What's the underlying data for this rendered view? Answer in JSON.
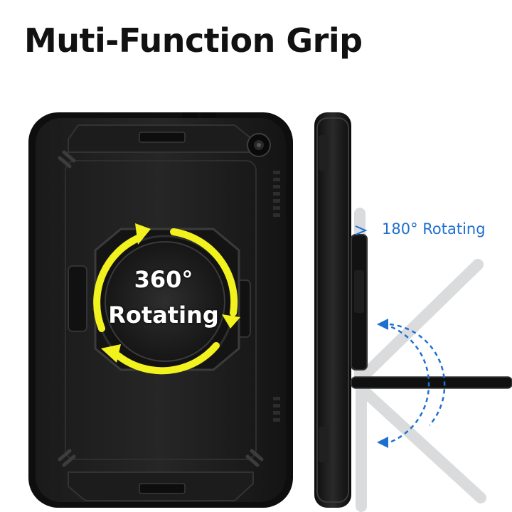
{
  "headline": "Muti-Function Grip",
  "rotate_360": {
    "line1": "360°",
    "line2": "Rotating"
  },
  "rotate_180": {
    "label": "180° Rotating"
  },
  "colors": {
    "case": "#121212",
    "arrow": "#f2f21e",
    "label_blue": "#1f6fd1",
    "stand_ghost": "#d6d8da"
  },
  "icons": [
    "rotate-cw-arrows-icon",
    "rotate-180-arc-icon"
  ]
}
